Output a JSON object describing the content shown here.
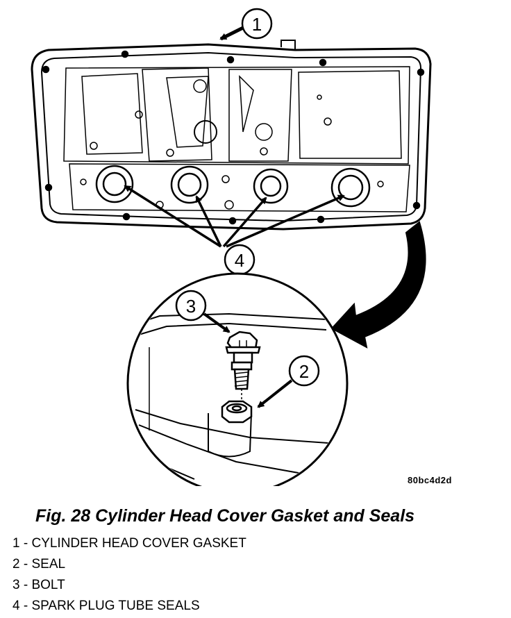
{
  "figure": {
    "image_code": "80bc4d2d",
    "callouts": [
      "1",
      "2",
      "3",
      "4"
    ]
  },
  "caption": "Fig. 28 Cylinder Head Cover Gasket and Seals",
  "legend": [
    {
      "num": "1",
      "text": "CYLINDER HEAD COVER GASKET"
    },
    {
      "num": "2",
      "text": "SEAL"
    },
    {
      "num": "3",
      "text": "BOLT"
    },
    {
      "num": "4",
      "text": "SPARK PLUG TUBE SEALS"
    }
  ]
}
